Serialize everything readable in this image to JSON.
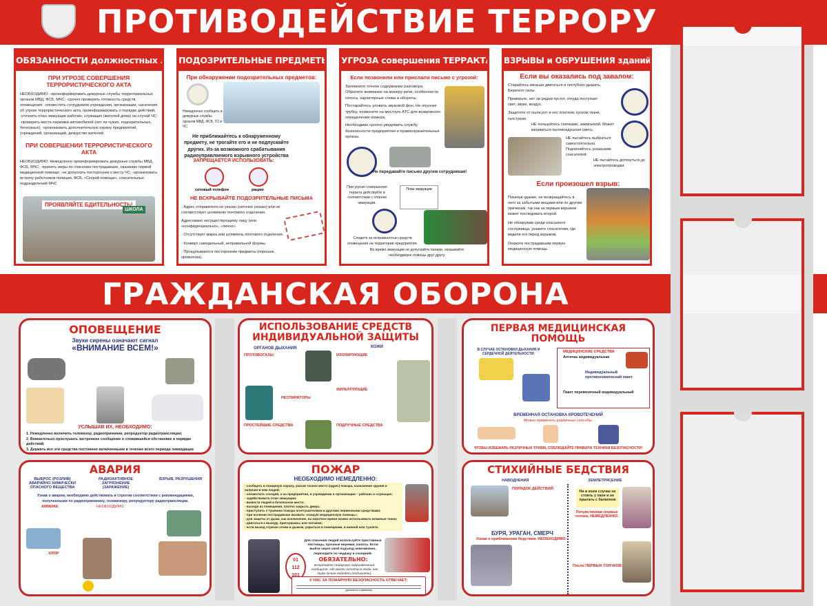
{
  "colors": {
    "accent": "#d9261c",
    "navy": "#2a3580",
    "panel_border": "#c0282a"
  },
  "header": {
    "title": "ПРОТИВОДЕЙСТВИЕ ТЕРРОРУ",
    "emblem_icon": "shield-emblem-icon"
  },
  "section2": {
    "title": "ГРАЖДАНСКАЯ ОБОРОНА"
  },
  "top_panels": [
    {
      "title": "ОБЯЗАННОСТИ должностных лиц",
      "sub1": "ПРИ УГРОЗЕ СОВЕРШЕНИЯ ТЕРРОРИСТИЧЕСКОГО АКТА",
      "text1": "НЕОБХОДИМО: -проинформировать дежурные службы территориальных органов МВД, ФСБ, МЧС; -срочно проверить готовность средств оповещения; -оповестить сотрудников учреждения, организации, населения об угрозе террористического акта, проинформировать о порядке действий; -уточнить план эвакуации рабочих, служащих (жителей дома) на случай ЧС; -проверить места парковки автомобилей (нет ли чужих, подозрительных, бесхозных); -организовать дополнительную охрану предприятий, учреждений, организаций, дежурство жителей.",
      "sub2": "ПРИ СОВЕРШЕНИИ ТЕРРОРИСТИЧЕСКОГО АКТА",
      "text2": "НЕОБХОДИМО: Немедленно проинформировать дежурные службы МВД, ФСБ, МЧС; -принять меры по спасению пострадавших, оказанию первой медицинской помощи; -не допускать посторонних к месту ЧС; -организовать встречу работников полиции, ФСБ, «Скорой помощи», спасательных подразделений МЧС",
      "banner": "ПРОЯВЛЯЙТЕ БДИТЕЛЬНОСТЬ!",
      "sign": "ШКОЛА"
    },
    {
      "title": "ПОДОЗРИТЕЛЬНЫЕ ПРЕДМЕТЫ",
      "sub1": "При обнаружении подозрительных предметов:",
      "call": "Немедленно сообщить в дежурные службы органов МВД, ФСБ, ГО и ЧС",
      "warn": "Не приближайтесь к обнаруженному предмету, не трогайте его и не подпускайте других. Из-за возможного срабатывания радиоуправляемого взрывного устройства",
      "forbid": "ЗАПРЕЩАЕТСЯ ИСПОЛЬЗОВАТЬ:",
      "phone": "сотовый телефон",
      "radio": "рацию",
      "sub2": "НЕ ВСКРЫВАЙТЕ ПОДОЗРИТЕЛЬНЫЕ ПИСЬМА",
      "letters": [
        "- Адрес отправителя не указан (неточно указан) или не соответствует штемпелю почтового отделения.",
        "Адресовано несуществующему лицу (или «конфиденциально», «лично».",
        "- Отсутствует марка или штемпель почтового отделения.",
        "- Конверт самодельный, неправильной формы.",
        "- Прощупываются посторонние предметы (порошок, проволока)."
      ]
    },
    {
      "title": "УГРОЗА совершения ТЕРРАКТА",
      "sub1": "Если позвонили или прислали письмо с угрозой:",
      "items": [
        "Запомните точное содержание разговора. Обратите внимание на манеру речи, особенности голоса, характерные слова и обороты.",
        "Постарайтесь уловить звуковой фон. Не опуская трубку, позвоните на местную АТС для возможного определения номера.",
        "Необходимо срочно уведомить службу безопасности предприятия и правоохранительные органы."
      ],
      "letter": "Не передавайте письмо другим сотрудникам!",
      "plan_text": "При угрозе совершения теракта действуйте в соответствии с планом эвакуации.",
      "plan_label": "План эвакуации",
      "alarm": "Следите за исправностью средств оповещения на территории предприятия.",
      "bottom": "Во время эвакуации не допускайте паники, оказывайте необходимую помощь друг другу."
    },
    {
      "title": "ВЗРЫВЫ и ОБРУШЕНИЯ зданий",
      "sub1": "Если вы оказались под завалом:",
      "items": [
        "Старайтесь меньше двигаться и неглубоко дышать. Берегите силы.",
        "Проверьте, нет ли рядом пустот, откуда поступает свет, звуки, воздух.",
        "Защитите от пыли рот и нос платком, куском ткани, галстуком."
      ],
      "no1": "НЕ пользуйтесь спичками, зажигалкой. Может взорваться пылевоздушная смесь.",
      "no2": "НЕ пытайтесь выбраться самостоятельно. Подчиняйтесь указаниям спасателей.",
      "no3": "НЕ пытайтесь дотянуться до электропроводки.",
      "sub2": "Если произошел взрыв:",
      "items2": [
        "Покинув здание, не возвращайтесь в него за забытыми вещами или по другим причинам, так как за первым взрывом может последовать второй.",
        "Не обнаружив среди спасшихся сослуживца, укажите спасателям, где видели его перед взрывом.",
        "Окажите пострадавшим первую медицинскую помощь."
      ]
    }
  ],
  "lower_panels": {
    "alert": {
      "title": "ОПОВЕЩЕНИЕ",
      "line1": "Звуки сирены означают сигнал",
      "line2": "«ВНИМАНИЕ ВСЕМ!»",
      "heard": "УСЛЫШАВ ИХ, НЕОБХОДИМО:",
      "steps": [
        "1. Немедленно включить телевизор, радиоприемник, репродуктор радиотрансляции;",
        "2. Внимательно прослушать экстренное сообщение о сложившейся обстановке и порядке действий;",
        "3. Держать все эти средства постоянно включенными в течение всего периода ликвидации аварий, катастроф или стихийных бедствий."
      ]
    },
    "ppe": {
      "title1": "ИСПОЛЬЗОВАНИЕ СРЕДСТВ",
      "title2": "ИНДИВИДУАЛЬНОЙ ЗАЩИТЫ",
      "col1": "ОРГАНОВ ДЫХАНИЯ",
      "col2": "КОЖИ",
      "gas": "ПРОТИВОГАЗЫ",
      "resp": "РЕСПИРАТОРЫ",
      "simple": "ПРОСТЕЙШИЕ СРЕДСТВА",
      "iso": "ИЗОЛИРУЮЩИЕ",
      "filt": "ФИЛЬТРУЮЩИЕ",
      "hand": "ПОДРУЧНЫЕ СРЕДСТВА"
    },
    "medical": {
      "title1": "ПЕРВАЯ МЕДИЦИНСКАЯ",
      "title2": "ПОМОЩЬ",
      "cpr": "В СЛУЧАЕ ОСТАНОВКИ ДЫХАНИЯ И СЕРДЕЧНОЙ ДЕЯТЕЛЬНОСТИ:",
      "kit": "МЕДИЦИНСКИЕ СРЕДСТВА",
      "kit1": "Аптечка индивидуальная",
      "kit2": "Индивидуальный противохимический пакет",
      "kit3": "Пакет перевязочный индивидуальный",
      "bleed": "ВРЕМЕННАЯ ОСТАНОВКА КРОВОТЕЧЕНИЙ",
      "bleed_sub": "Можно применять различные способы:",
      "footer": "ЧТОБЫ ИЗБЕЖАТЬ РАЗЛИЧНЫХ ТРАВМ, СОБЛЮДАЙТЕ ПРАВИЛА ТЕХНИКИ БЕЗОПАСНОСТИ!"
    },
    "accident": {
      "title": "АВАРИЯ",
      "col1": "ВЫБРОС (РОЗЛИВ) АВАРИЙНО ХИМИЧЕСКИ ОПАСНОГО ВЕЩЕСТВА",
      "col2": "РАДИОАКТИВНОЕ ЗАГРЯЗНЕНИЕ (ЗАРАЖЕНИЕ)",
      "col3": "ВЗРЫВ, РАЗРУШЕНИЯ",
      "note": "Узнав о аварии, необходимо действовать в строгом соответствии с рекомендациями, полученными по радиоприемнику, телевизору, репродуктору радиотрансляции.",
      "ammonia": "АММИАК",
      "chlorine": "ХЛОР",
      "needed": "НЕОБХОДИМО:"
    },
    "fire": {
      "title": "ПОЖАР",
      "sub": "НЕОБХОДИМО НЕМЕДЛЕННО:",
      "items": [
        "- сообщить в пожарную охрану, указав точное место (адрес) пожара, назначение здания и наличие в нем людей;",
        "- оповестить соседей, а на предприятии, в учреждении и организации – рабочих и служащих;",
        "- задействовать план эвакуации;",
        "- вывести людей в безопасное место;",
        "- выходя из помещения, плотно закрыть дверь;",
        "- приступить к тушению пожара огнетушителями и другими первичными средствами;",
        "- при наличии пострадавших вызвать «скорую медицинскую помощь»;",
        "- для защиты от дыма, как исключение, на короткое время можно использовать влажные ткани;",
        "- двигаться к выходу, пригнувшись или ползком;",
        "- если выход отрезан огнем и дымом, укрыться в помещении, в ванной или туалете."
      ],
      "rescue": "Для спасения людей используйте приставные лестницы, прочные веревки, канаты. Если выйти через свой подъезд невозможно, переходите по чердаку в соседний.",
      "numbers": [
        "01",
        "112",
        "101"
      ],
      "must": "ОБЯЗАТЕЛЬНО:",
      "must_text": "встречайте пожарные подразделения, сообщите, где могли остаться люди, как туда лучше подойти (подъехать).",
      "resp": "У НАС ЗА ПОЖАРНУЮ БЕЗОПАСНОСТЬ ОТВЕЧАЕТ:",
      "resp_caption": "(должность и фамилия)"
    },
    "disaster": {
      "title": "СТИХИЙНЫЕ БЕДСТВИЯ",
      "flood": "НАВОДНЕНИЯ",
      "quake": "ЗЕМЛЕТРЯСЕНИЕ",
      "order": "ПОРЯДОК ДЕЙСТВИЙ:",
      "storm": "БУРЯ, УРАГАН, СМЕРЧ",
      "storm_sub": "Узнав о приближении бедствия, НЕОБХОДИМО:",
      "box": "Ни в коем случае не стоять у окон и не прыгать с балконов",
      "first": "Почувствовав первые толчки, НЕМЕДЛЕННО:",
      "after": "После ПЕРВЫХ ТОЛЧКОВ:"
    }
  }
}
